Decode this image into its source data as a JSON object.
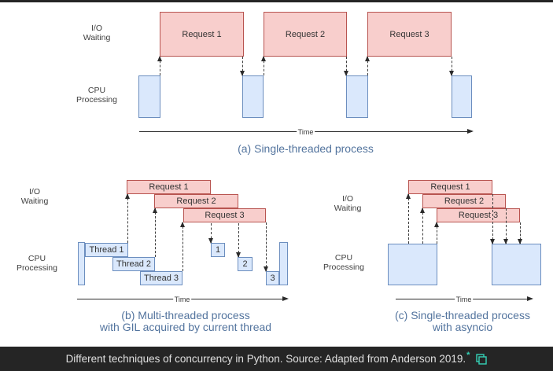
{
  "labels": {
    "io_line1": "I/O",
    "io_line2": "Waiting",
    "cpu_line1": "CPU",
    "cpu_line2": "Processing",
    "time_axis": "Time"
  },
  "diagram_a": {
    "caption": "(a) Single-threaded process",
    "requests": [
      "Request 1",
      "Request 2",
      "Request 3"
    ]
  },
  "diagram_b": {
    "caption_line1": "(b) Multi-threaded process",
    "caption_line2": "with GIL acquired by current thread",
    "requests": [
      "Request 1",
      "Request 2",
      "Request 3"
    ],
    "threads": [
      "Thread 1",
      "Thread 2",
      "Thread 3"
    ],
    "gil_handoff_numbers": [
      "1",
      "2",
      "3"
    ]
  },
  "diagram_c": {
    "caption_line1": "(c) Single-threaded process",
    "caption_line2": "with asyncio",
    "requests": [
      "Request 1",
      "Request 2",
      "Request 3"
    ]
  },
  "footer": {
    "caption": "Different techniques of concurrency in Python. Source: Adapted from Anderson 2019.",
    "footnote_marker": "*"
  },
  "colors": {
    "request_fill": "#f8cecc",
    "request_border": "#b85450",
    "cpu_fill": "#dae8fc",
    "cpu_border": "#6c8ebf",
    "caption_text": "#53749e",
    "accent_teal": "#35d3b7",
    "bar_bg": "#252525",
    "bar_text": "#e0e0e0"
  }
}
